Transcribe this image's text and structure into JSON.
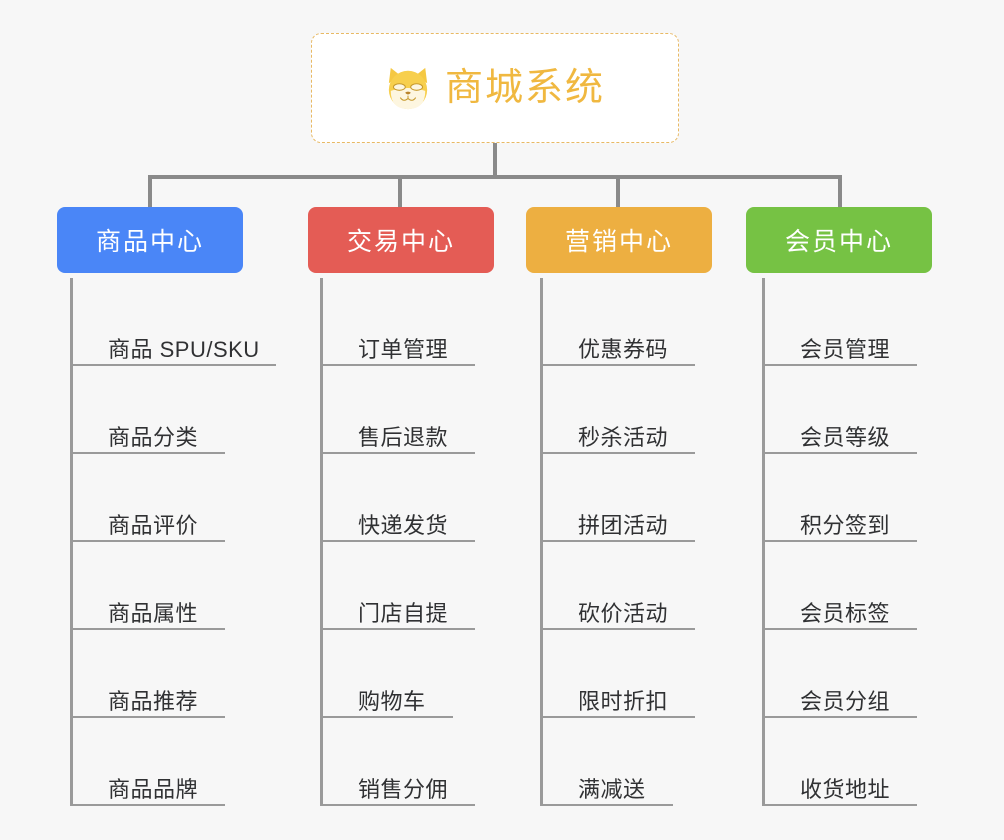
{
  "page": {
    "background_color": "#f7f7f7",
    "type": "org-chart-mind-map"
  },
  "root": {
    "title": "商城系统",
    "icon": "shiba-dog-icon",
    "text_color": "#f0b840",
    "border_color": "#e8b964",
    "background_color": "#ffffff"
  },
  "connector": {
    "color": "#8a8a8a"
  },
  "columns": [
    {
      "id": "product-center",
      "label": "商品中心",
      "color": "#4a86f7",
      "items": [
        "商品 SPU/SKU",
        "商品分类",
        "商品评价",
        "商品属性",
        "商品推荐",
        "商品品牌"
      ]
    },
    {
      "id": "trade-center",
      "label": "交易中心",
      "color": "#e45c55",
      "items": [
        "订单管理",
        "售后退款",
        "快递发货",
        "门店自提",
        "购物车",
        "销售分佣"
      ]
    },
    {
      "id": "marketing-center",
      "label": "营销中心",
      "color": "#edaf41",
      "items": [
        "优惠券码",
        "秒杀活动",
        "拼团活动",
        "砍价活动",
        "限时折扣",
        "满减送"
      ]
    },
    {
      "id": "member-center",
      "label": "会员中心",
      "color": "#76c244",
      "items": [
        "会员管理",
        "会员等级",
        "积分签到",
        "会员标签",
        "会员分组",
        "收货地址"
      ]
    }
  ]
}
